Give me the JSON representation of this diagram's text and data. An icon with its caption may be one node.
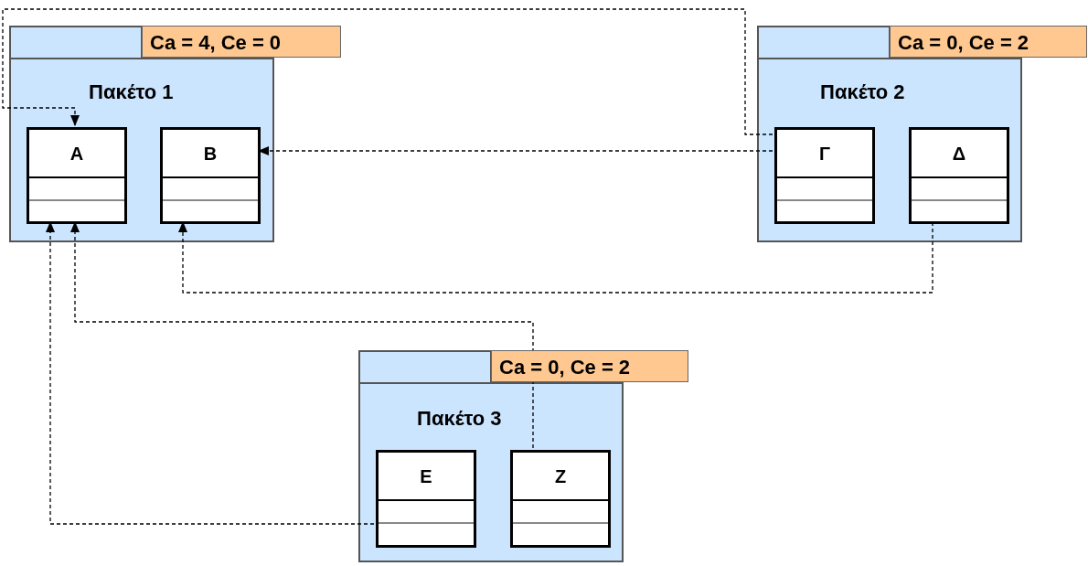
{
  "diagram": {
    "nodes": [
      {
        "text": [],
        "shape": "box"
      },
      {
        "text": [
          "Πακέτο 1"
        ],
        "beside": [
          "Ca = 4, Ce = 0"
        ]
      },
      {
        "text": [
          "A"
        ],
        "in": 1
      },
      {
        "text": [
          "B"
        ],
        "in": 1
      },
      {
        "text": [],
        "shape": "box"
      },
      {
        "text": [
          "Πακέτο 2"
        ],
        "beside": [
          "Ca = 0, Ce = 2"
        ]
      },
      {
        "text": [
          "Γ"
        ],
        "in": 5
      },
      {
        "text": [
          "Δ"
        ],
        "in": 5
      },
      {
        "text": [],
        "shape": "box"
      },
      {
        "text": [
          "Πακέτο 3"
        ],
        "beside": [
          "Ca = 0, Ce = 2"
        ]
      },
      {
        "text": [
          "E"
        ],
        "in": 9
      },
      {
        "text": [
          "Z"
        ],
        "in": 9
      }
    ],
    "edges": [
      {
        "from": 6,
        "to": 2,
        "arrow": "to"
      },
      {
        "from": 6,
        "to": 3,
        "arrow": "to"
      },
      {
        "from": 7,
        "to": 3,
        "arrow": "to"
      },
      {
        "from": 11,
        "to": 2,
        "arrow": "to"
      },
      {
        "from": 10,
        "to": 2,
        "arrow": "to"
      }
    ]
  }
}
